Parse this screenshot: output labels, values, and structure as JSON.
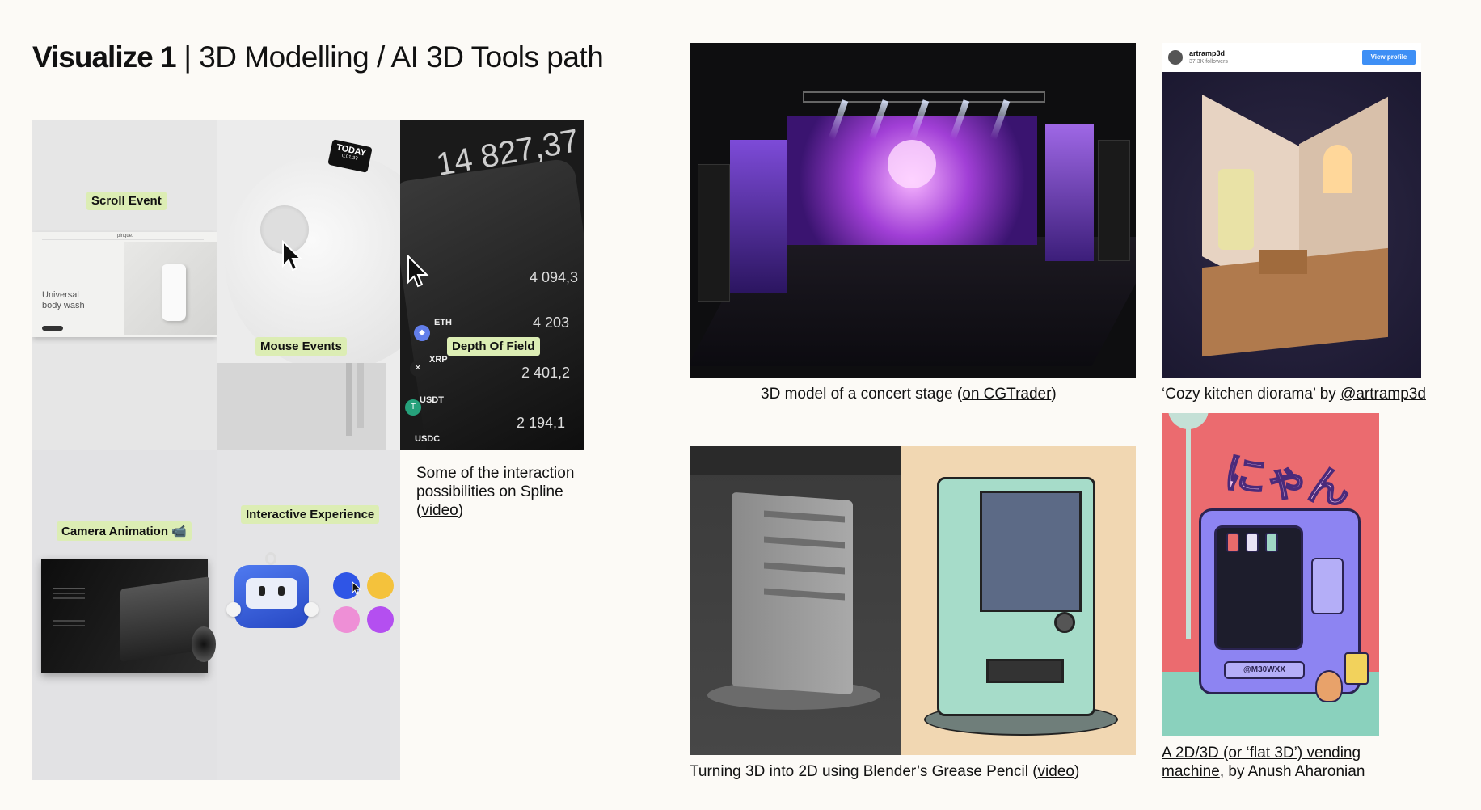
{
  "title": {
    "bold": "Visualize 1",
    "separator": " | ",
    "rest": "3D Modelling / AI 3D Tools path"
  },
  "spline_grid": {
    "scroll_event": {
      "label": "Scroll Event",
      "screenshot_brand": "pinque.",
      "screenshot_headline_1": "Universal",
      "screenshot_headline_2": "body wash"
    },
    "mouse_events": {
      "label": "Mouse  Events",
      "today_badge": "TODAY",
      "today_date": "0.01.37"
    },
    "depth_of_field": {
      "label": "Depth Of Field",
      "balance": "14 827,37",
      "coins": [
        "ETH",
        "XRP",
        "USDT",
        "USDC"
      ],
      "amounts": [
        "4 094,3",
        "4 203",
        "2 401,2",
        "2 194,1"
      ]
    },
    "camera_animation": {
      "label": "Camera Animation 📹"
    },
    "interactive_experience": {
      "label": "Interactive Experience",
      "dot_colors": [
        "#2f55e6",
        "#f4c23c",
        "#ee8fd6",
        "#b44ff0"
      ]
    }
  },
  "spline_caption": {
    "line1": "Some of the interaction",
    "line2": "possibilities on Spline",
    "open_paren": "(",
    "link": "video",
    "close_paren": ")"
  },
  "concert_stage": {
    "caption_prefix": "3D model of a concert stage (",
    "caption_link": "on CGTrader",
    "caption_suffix": ")"
  },
  "kitchen": {
    "username": "artramp3d",
    "followers": "37.3K followers",
    "view_profile": "View profile",
    "caption_prefix": "‘Cozy kitchen diorama’ by ",
    "caption_link": "@artramp3d"
  },
  "grease_pencil": {
    "caption_prefix": "Turning 3D into 2D using Blender’s Grease Pencil (",
    "caption_link": "video",
    "caption_suffix": ")"
  },
  "flat_vending": {
    "image_text": "にゃん",
    "plate_text": "@M30WXX",
    "caption_link_1": "A 2D/3D (or ‘flat 3D’) vending",
    "caption_link_2": "machine",
    "caption_suffix": ", by Anush Aharonian"
  }
}
